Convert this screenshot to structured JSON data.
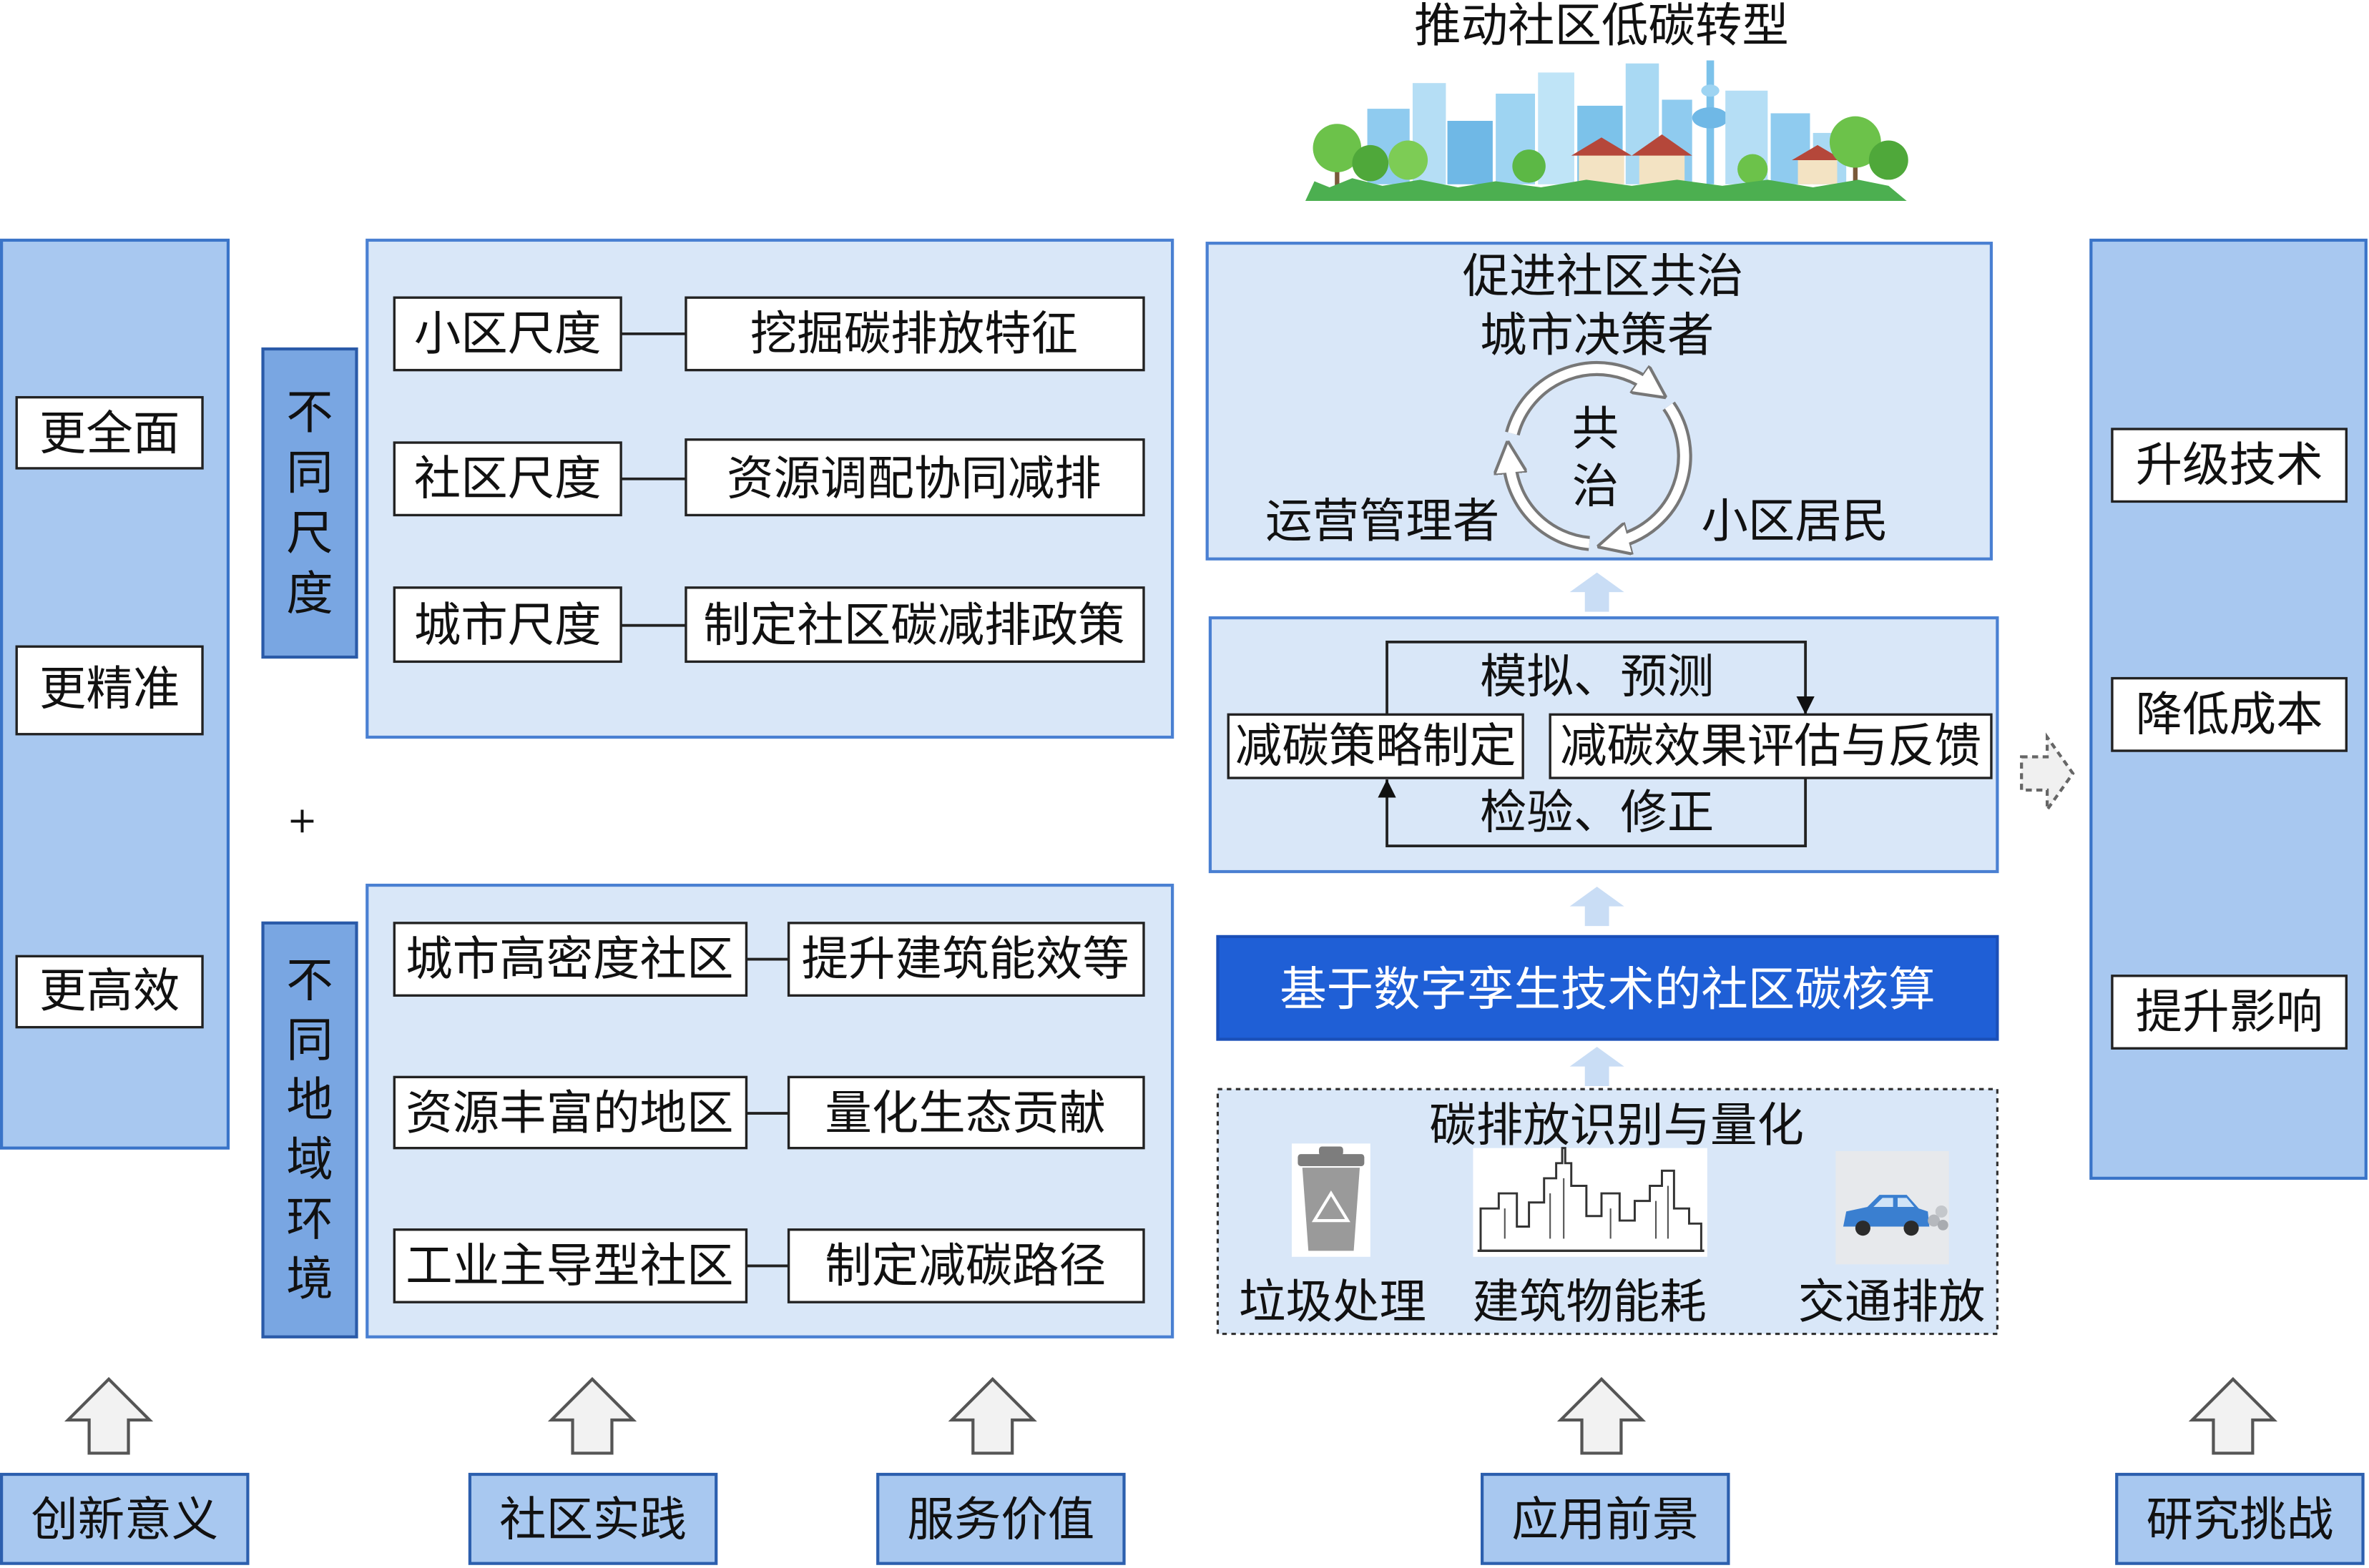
{
  "title": "推动社区低碳转型",
  "innovation": {
    "items": [
      "更全面",
      "更精准",
      "更高效"
    ],
    "footer": "创新意义"
  },
  "practice": {
    "scale_label": "不同尺度",
    "plus": "+",
    "scale_rows": [
      {
        "scale": "小区尺度",
        "action": "挖掘碳排放特征"
      },
      {
        "scale": "社区尺度",
        "action": "资源调配协同减排"
      },
      {
        "scale": "城市尺度",
        "action": "制定社区碳减排政策"
      }
    ],
    "region_label": "不同地域环境",
    "region_rows": [
      {
        "region": "城市高密度社区",
        "action": "提升建筑能效等"
      },
      {
        "region": "资源丰富的地区",
        "action": "量化生态贡献"
      },
      {
        "region": "工业主导型社区",
        "action": "制定减碳路径"
      }
    ],
    "footer_practice": "社区实践",
    "footer_value": "服务价值"
  },
  "application": {
    "governance": {
      "title": "促进社区共治",
      "top_actor": "城市决策者",
      "center": "共治",
      "left_actor": "运营管理者",
      "right_actor": "小区居民"
    },
    "loop": {
      "top": "模拟、预测",
      "left_box": "减碳策略制定",
      "right_box": "减碳效果评估与反馈",
      "bottom": "检验、修正"
    },
    "accounting": "基于数字孪生技术的社区碳核算",
    "emission": {
      "title": "碳排放识别与量化",
      "sources": [
        {
          "label": "垃圾处理",
          "icon": "trash-bin-icon"
        },
        {
          "label": "建筑物能耗",
          "icon": "buildings-icon"
        },
        {
          "label": "交通排放",
          "icon": "car-icon"
        }
      ]
    },
    "footer": "应用前景"
  },
  "challenges": {
    "items": [
      "升级技术",
      "降低成本",
      "提升影响"
    ],
    "footer": "研究挑战"
  },
  "icons": {
    "top_illustration": "city-skyline-icon",
    "cycle": "cycle-arrows-icon",
    "flow_up": "up-arrow-icon",
    "flow_right": "dashed-right-arrow-icon"
  },
  "colors": {
    "panel_fill": "#d9e7f8",
    "panel_border": "#4a80d2",
    "side_panel_fill": "#a8c8f0",
    "vertical_label_fill": "#79a6e2",
    "accent_bar": "#1f5fd6"
  }
}
